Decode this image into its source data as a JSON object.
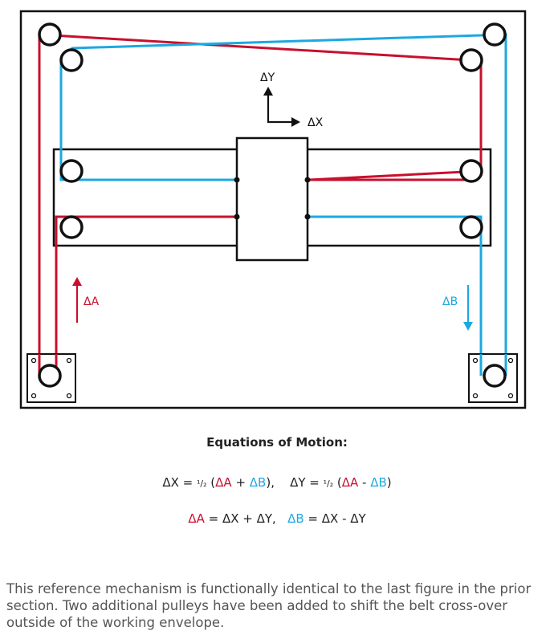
{
  "labels": {
    "dy": "ΔY",
    "dx": "ΔX",
    "da": "ΔA",
    "db": "ΔB"
  },
  "colors": {
    "belt_a": "#c8102e",
    "belt_b": "#1da8e0",
    "outline": "#111111"
  },
  "equations": {
    "title": "Equations of Motion:",
    "dx_lhs": "ΔX = ",
    "half": "¹/₂",
    "open": " (",
    "plus": " + ",
    "minus": " - ",
    "close_sep": "),    ",
    "dy_lhs": "ΔY = ",
    "close": ")",
    "da": "ΔA",
    "db": "ΔB",
    "da_rhs": " = ΔX + ΔY,   ",
    "db_rhs": " = ΔX - ΔY"
  },
  "description": "This reference mechanism is functionally identical to the last figure in the prior section. Two additional pulleys have been added to shift the belt cross-over outside of the working envelope."
}
